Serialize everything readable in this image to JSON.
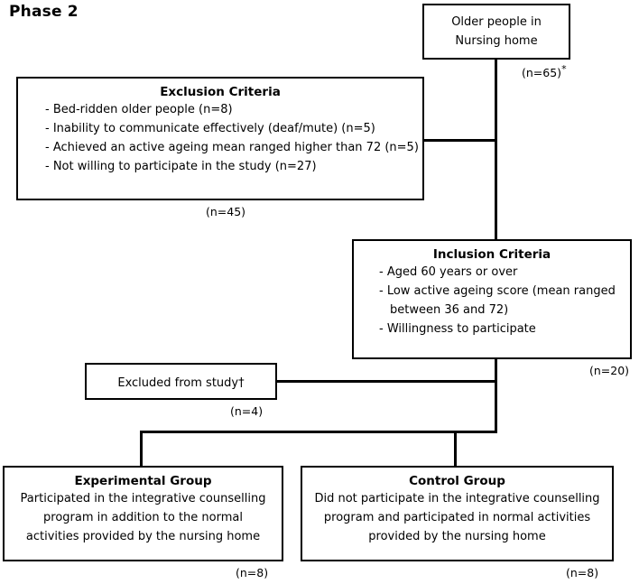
{
  "diagram": {
    "phase_title": "Phase 2",
    "nodes": {
      "source": {
        "line1": "Older people in",
        "line2": "Nursing home",
        "n_label": "(n=65)",
        "n_marker": "*"
      },
      "exclusion": {
        "title": "Exclusion Criteria",
        "items": [
          "- Bed-ridden older people (n=8)",
          "- Inability to communicate effectively (deaf/mute) (n=5)",
          "- Achieved an active ageing mean ranged higher than 72 (n=5)",
          "- Not willing to participate in the study (n=27)"
        ],
        "n_label": "(n=45)"
      },
      "inclusion": {
        "title": "Inclusion Criteria",
        "items": [
          "- Aged 60 years or over",
          "- Low active ageing score (mean ranged",
          "between 36 and 72)",
          "- Willingness to participate"
        ],
        "n_label": "(n=20)"
      },
      "excluded_from_study": {
        "label": "Excluded from study†",
        "n_label": "(n=4)"
      },
      "experimental": {
        "title": "Experimental Group",
        "lines": [
          "Participated in the integrative counselling",
          "program in addition to the normal",
          "activities provided by the nursing home"
        ],
        "n_label": "(n=8)"
      },
      "control": {
        "title": "Control Group",
        "lines": [
          "Did not participate in the integrative counselling",
          "program and participated in normal activities",
          "provided by the nursing home"
        ],
        "n_label": "(n=8)"
      }
    },
    "colors": {
      "line": "#000000",
      "box_fill": "#ffffff",
      "text": "#000000"
    }
  }
}
